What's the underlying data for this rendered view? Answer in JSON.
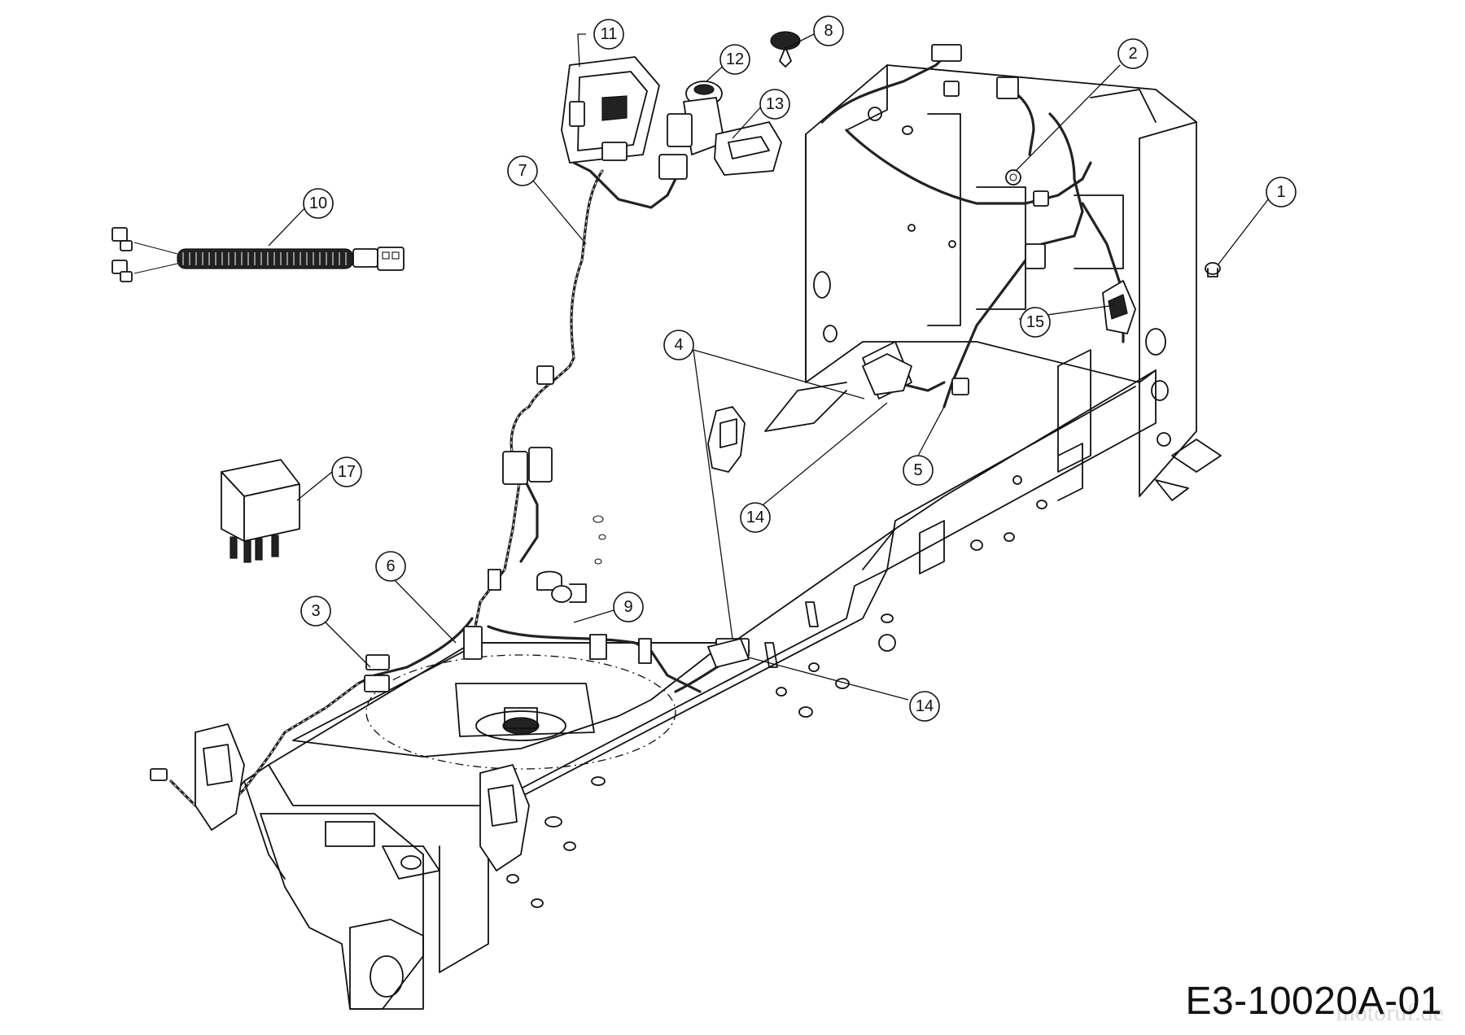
{
  "drawing_code": "E3-10020A-01",
  "watermark": "motoruf.de",
  "callouts": [
    {
      "id": "c1",
      "label": "1"
    },
    {
      "id": "c2",
      "label": "2"
    },
    {
      "id": "c3",
      "label": "3"
    },
    {
      "id": "c4",
      "label": "4"
    },
    {
      "id": "c5",
      "label": "5"
    },
    {
      "id": "c6",
      "label": "6"
    },
    {
      "id": "c7",
      "label": "7"
    },
    {
      "id": "c8",
      "label": "8"
    },
    {
      "id": "c9",
      "label": "9"
    },
    {
      "id": "c10",
      "label": "10"
    },
    {
      "id": "c11",
      "label": "11"
    },
    {
      "id": "c12",
      "label": "12"
    },
    {
      "id": "c13",
      "label": "13"
    },
    {
      "id": "c14a",
      "label": "14"
    },
    {
      "id": "c14b",
      "label": "14"
    },
    {
      "id": "c15",
      "label": "15"
    },
    {
      "id": "c17",
      "label": "17"
    }
  ]
}
